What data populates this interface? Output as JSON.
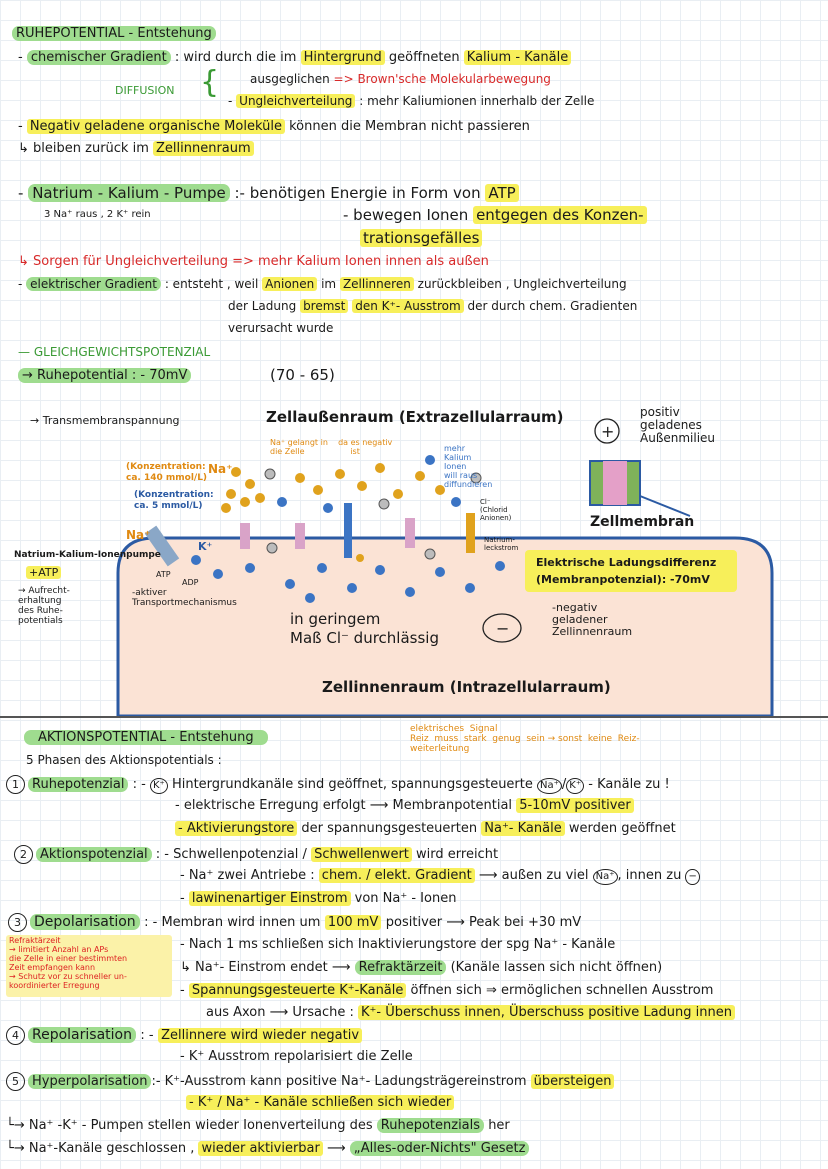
{
  "s1": {
    "title": "RUHEPOTENTIAL  - Entstehung",
    "chem_label": "chemischer  Gradient",
    "chem_a": ":  wird  durch  die  im",
    "chem_b": "Hintergrund",
    "chem_c": "geöffneten",
    "chem_d": "Kalium - Kanäle",
    "diffusion": "DIFFUSION",
    "diff1_a": "ausgeglichen",
    "diff1_b": "=> Brown'sche  Molekularbewegung",
    "diff2_a": "Ungleichverteilung",
    "diff2_b": ":  mehr  Kaliumionen  innerhalb  der  Zelle",
    "neg_a": "Negativ  geladene  organische  Moleküle",
    "neg_b": "können    die  Membran  nicht  passieren",
    "bleiben_a": "bleiben  zurück  im",
    "bleiben_b": "Zellinnenraum",
    "pump_label": "Natrium - Kalium - Pumpe",
    "pump_a": ":- benötigen  Energie  in  Form  von",
    "pump_atp": "ATP",
    "pump_ions": "3 Na⁺ raus   ,   2 K⁺ rein",
    "pump_b1": "- bewegen  Ionen",
    "pump_b2": "entgegen des Konzen-",
    "pump_b3": "trationsgefälles",
    "sorgen": "Sorgen  für  Ungleichverteilung  => mehr  Kalium  Ionen  innen  als  außen",
    "elek_label": "elektrischer  Gradient",
    "elek_a": ":  entsteht , weil",
    "elek_b": "Anionen",
    "elek_c": "im",
    "elek_d": "Zellinneren",
    "elek_e": "zurückbleiben ,  Ungleichverteilung",
    "elek2_a": "der  Ladung",
    "elek2_b": "bremst",
    "elek2_c": "den  K⁺- Ausstrom",
    "elek2_d": "der  durch  chem.  Gradienten",
    "elek3": "verursacht   wurde",
    "gleich": "GLEICHGEWICHTSPOTENZIAL",
    "ruhe_label": "Ruhepotential  :  - 70mV",
    "ruhe_range": "(70 - 65)"
  },
  "diagram": {
    "transmembran": "→ Transmembranspannung",
    "extrazellular": "Zellaußenraum (Extrazellularraum)",
    "positiv": "positiv\ngeladenes\nAußenmilieu",
    "plus_sign": "+",
    "minus_sign": "−",
    "na_note": "Na⁺ gelangt in    da es negativ\ndie Zelle                  ist",
    "k_note": "mehr\nKalium\nIonen\nwill raus\ndiffundieren",
    "konz1": "(Konzentration:\nca. 140 mmol/L)",
    "konz2": "(Konzentration:\nca. 5 mmol/L)",
    "na_label": "Na⁺",
    "k_label": "K⁺",
    "cl_label": "Cl⁻\n(Chlorid\nAnionen)",
    "natrium_leck": "Natrium-\nleckstrom",
    "zellmembran": "Zellmembran",
    "pumpe": "Natrium-Kalium-Ionenpumpe",
    "atp": "+ATP",
    "aufrecht": "→ Aufrecht-\nerhaltung\ndes Ruhe-\npotentials",
    "aktiver": "-aktiver\nTransportmechanismus",
    "atp_small": "ATP",
    "adp": "ADP",
    "ladung": "Elektrische Ladungsdifferenz\n(Membranpotenzial): -70mV",
    "geringem": "in geringem\nMaß Cl⁻ durchlässig",
    "negativ": "-negativ\ngeladener\nZellinnenraum",
    "intrazellular": "Zellinnenraum (Intrazellularraum)"
  },
  "s2": {
    "title": "AKTIONSPOTENTIAL  - Entstehung",
    "signal_note": "elektrisches  Signal\nReiz  muss  stark  genug  sein → sonst  keine  Reiz-\nweiterleitung",
    "phasen": "5 Phasen   des   Aktionspotentials :",
    "p1_num": "1",
    "p1_label": "Ruhepotenzial",
    "p1_a": ":  -",
    "p1_k": "K⁺",
    "p1_b": "Hintergrundkanäle  sind  geöffnet,  spannungsgesteuerte",
    "p1_na": "Na⁺",
    "p1_k2": "K⁺",
    "p1_c": "- Kanäle  zu !",
    "p1_l2_a": "- elektrische  Erregung  erfolgt  ⟶  Membranpotential",
    "p1_l2_b": "5-10mV positiver",
    "p1_l3_a": "- Aktivierungstore",
    "p1_l3_b": "der  spannungsgesteuerten",
    "p1_l3_c": "Na⁺- Kanäle",
    "p1_l3_d": "werden  geöffnet",
    "p2_num": "2",
    "p2_label": "Aktionspotenzial",
    "p2_a": ":  -  Schwellenpotenzial /",
    "p2_b": "Schwellenwert",
    "p2_c": "wird  erreicht",
    "p2_l2_a": "-  Na⁺  zwei  Antriebe  :",
    "p2_l2_b": "chem. / elekt. Gradient",
    "p2_l2_c": "⟶  außen  zu  viel",
    "p2_l2_na": "Na⁺",
    "p2_l2_d": ", innen  zu",
    "p2_l3_a": "-",
    "p2_l3_b": "lawinenartiger   Einstrom",
    "p2_l3_c": "von  Na⁺ - Ionen",
    "p3_num": "3",
    "p3_label": "Depolarisation",
    "p3_a": ":  -  Membran  wird  innen  um",
    "p3_b": "100 mV",
    "p3_c": "positiver  ⟶  Peak  bei  +30 mV",
    "refrakt_note": "Refraktärzeit\n→ limitiert Anzahl an APs\ndie Zelle in einer bestimmten\nZeit empfangen kann\n→ Schutz vor zu schneller un-\nkoordinierter Erregung",
    "p3_l2": "-  Nach  1 ms  schließen  sich  Inaktivierungstore  der  spg  Na⁺ - Kanäle",
    "p3_l3_a": "↳  Na⁺- Einstrom  endet  ⟶",
    "p3_l3_b": "Refraktärzeit",
    "p3_l3_c": "(Kanäle  lassen  sich  nicht  öffnen)",
    "p3_l4_a": "-",
    "p3_l4_b": "Spannungsgesteuerte  K⁺-Kanäle",
    "p3_l4_c": "öffnen  sich  ⇒  ermöglichen  schnellen  Ausstrom",
    "p3_l5_a": "aus  Axon  ⟶  Ursache :",
    "p3_l5_b": "K⁺- Überschuss  innen,  Überschuss  positive  Ladung  innen",
    "p4_num": "4",
    "p4_label": "Repolarisation",
    "p4_a": ":  -",
    "p4_b": "Zellinnere  wird  wieder  negativ",
    "p4_l2": "-  K⁺  Ausstrom    repolarisiert  die  Zelle",
    "p5_num": "5",
    "p5_label": "Hyperpolarisation",
    "p5_a": ":-  K⁺-Ausstrom  kann  positive  Na⁺- Ladungsträgereinstrom",
    "p5_b": "übersteigen",
    "p5_l2": "-  K⁺ / Na⁺ - Kanäle  schließen  sich  wieder",
    "f1_a": "└→  Na⁺ -K⁺ - Pumpen  stellen  wieder  Ionenverteilung  des",
    "f1_b": "Ruhepotenzials",
    "f1_c": "her",
    "f2_a": "└→  Na⁺-Kanäle  geschlossen ,",
    "f2_b": "wieder  aktivierbar",
    "f2_c": "⟶",
    "f2_d": "„Alles-oder-Nichts\"  Gesetz"
  }
}
